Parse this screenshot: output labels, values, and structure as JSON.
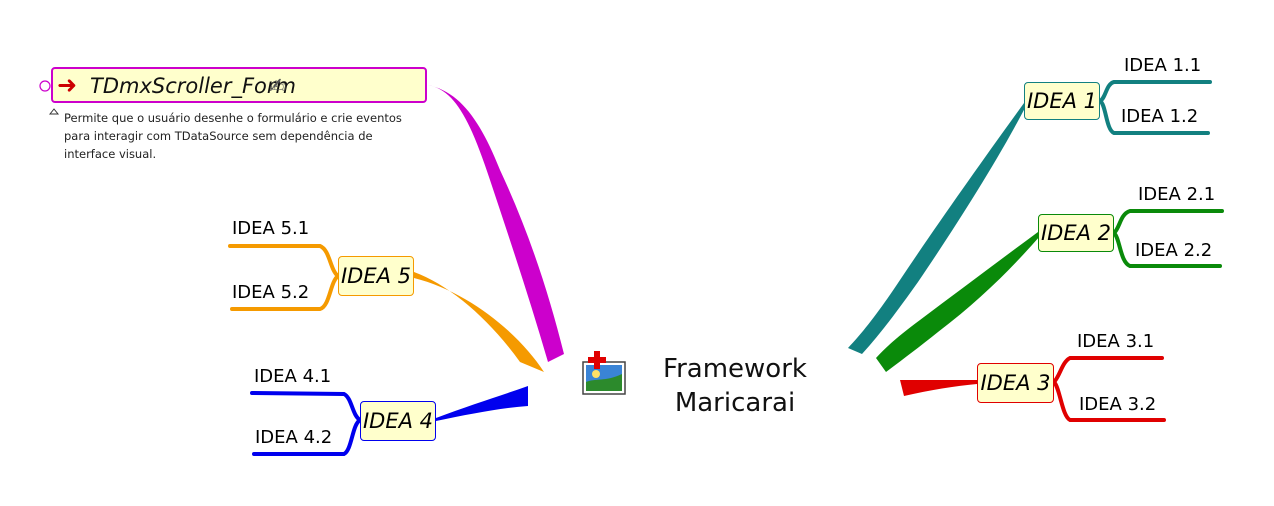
{
  "center": {
    "line1": "Framework",
    "line2": "Maricarai",
    "icon": "picture-add-icon"
  },
  "top_left": {
    "title": "TDmxScroller_Form",
    "title_icon": "arrow-right-icon",
    "check_icon": "pencil-check-icon",
    "note": "Permite que o usuário desenhe o formulário e crie eventos para interagir com TDataSource sem dependência de interface visual.",
    "color": "#cc00cc"
  },
  "ideas": [
    {
      "label": "IDEA 1",
      "color": "#128080",
      "children": [
        "IDEA 1.1",
        "IDEA 1.2"
      ]
    },
    {
      "label": "IDEA 2",
      "color": "#0a8a0a",
      "children": [
        "IDEA 2.1",
        "IDEA 2.2"
      ]
    },
    {
      "label": "IDEA 3",
      "color": "#e00000",
      "children": [
        "IDEA 3.1",
        "IDEA 3.2"
      ]
    },
    {
      "label": "IDEA 4",
      "color": "#0000ee",
      "children": [
        "IDEA 4.1",
        "IDEA 4.2"
      ]
    },
    {
      "label": "IDEA 5",
      "color": "#f59a00",
      "children": [
        "IDEA 5.1",
        "IDEA 5.2"
      ]
    }
  ]
}
